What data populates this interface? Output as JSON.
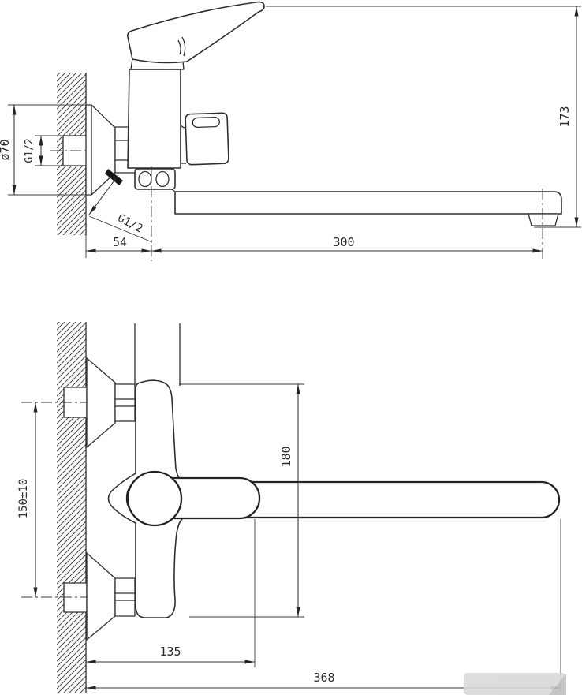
{
  "drawing": {
    "subject": "Wall-mounted single-lever bath mixer — dimensional drawing, two views",
    "units": "mm",
    "side_view": {
      "flange_diameter_label": "ø70",
      "inlet_thread_label": "G1/2",
      "outlet_thread_label": "G1/2",
      "wall_offset_label": "54",
      "spout_reach_label": "300",
      "height_label": "173"
    },
    "front_view": {
      "inlet_spacing_label": "150±10",
      "body_height_label": "180",
      "handle_offset_label": "135",
      "overall_length_label": "368"
    }
  }
}
